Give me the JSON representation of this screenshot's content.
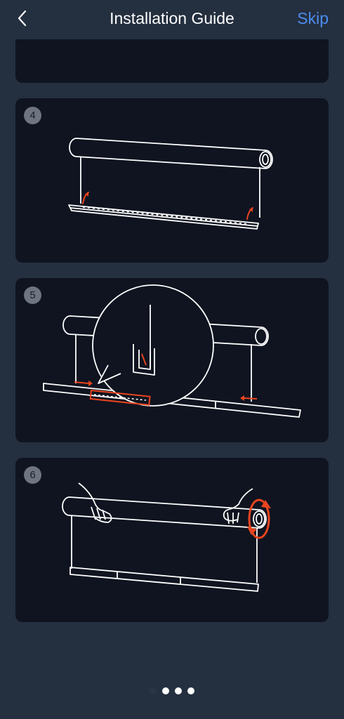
{
  "header": {
    "title": "Installation Guide",
    "skip_label": "Skip"
  },
  "steps": [
    {
      "number": "4"
    },
    {
      "number": "5"
    },
    {
      "number": "6"
    }
  ],
  "pagination": {
    "total": 4,
    "active_index": 0
  },
  "colors": {
    "background": "#242f3f",
    "card": "#0f1420",
    "accent": "#4c8df0",
    "highlight": "#e8441f"
  }
}
